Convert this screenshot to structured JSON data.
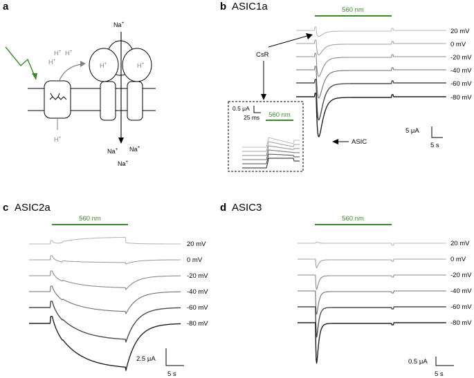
{
  "panels": {
    "a": {
      "letter": "a"
    },
    "b": {
      "letter": "b",
      "title": "ASIC1a"
    },
    "c": {
      "letter": "c",
      "title": "ASIC2a"
    },
    "d": {
      "letter": "d",
      "title": "ASIC3"
    }
  },
  "schematic": {
    "na": "Na",
    "plus": "+",
    "h": "H"
  },
  "stimulus_label": "560 nm",
  "voltages": [
    "20 mV",
    "0 mV",
    "-20 mV",
    "-40 mV",
    "-60 mV",
    "-80 mV"
  ],
  "annotations": {
    "csr": "CsR",
    "asic": "ASIC"
  },
  "scale_bars": {
    "b": {
      "current": "5 μA",
      "time": "5 s"
    },
    "b_inset": {
      "current": "0.5 μA",
      "time": "25 ms"
    },
    "c": {
      "current": "2.5 μA",
      "time": "5 s"
    },
    "d": {
      "current": "0.5 μA",
      "time": "5 s"
    }
  },
  "colors": {
    "stimulus": "#3a8a2a",
    "trace_shades": [
      "#b8b8b8",
      "#a0a0a0",
      "#8a8a8a",
      "#6e6e6e",
      "#4a4a4a",
      "#1e1e1e"
    ]
  }
}
